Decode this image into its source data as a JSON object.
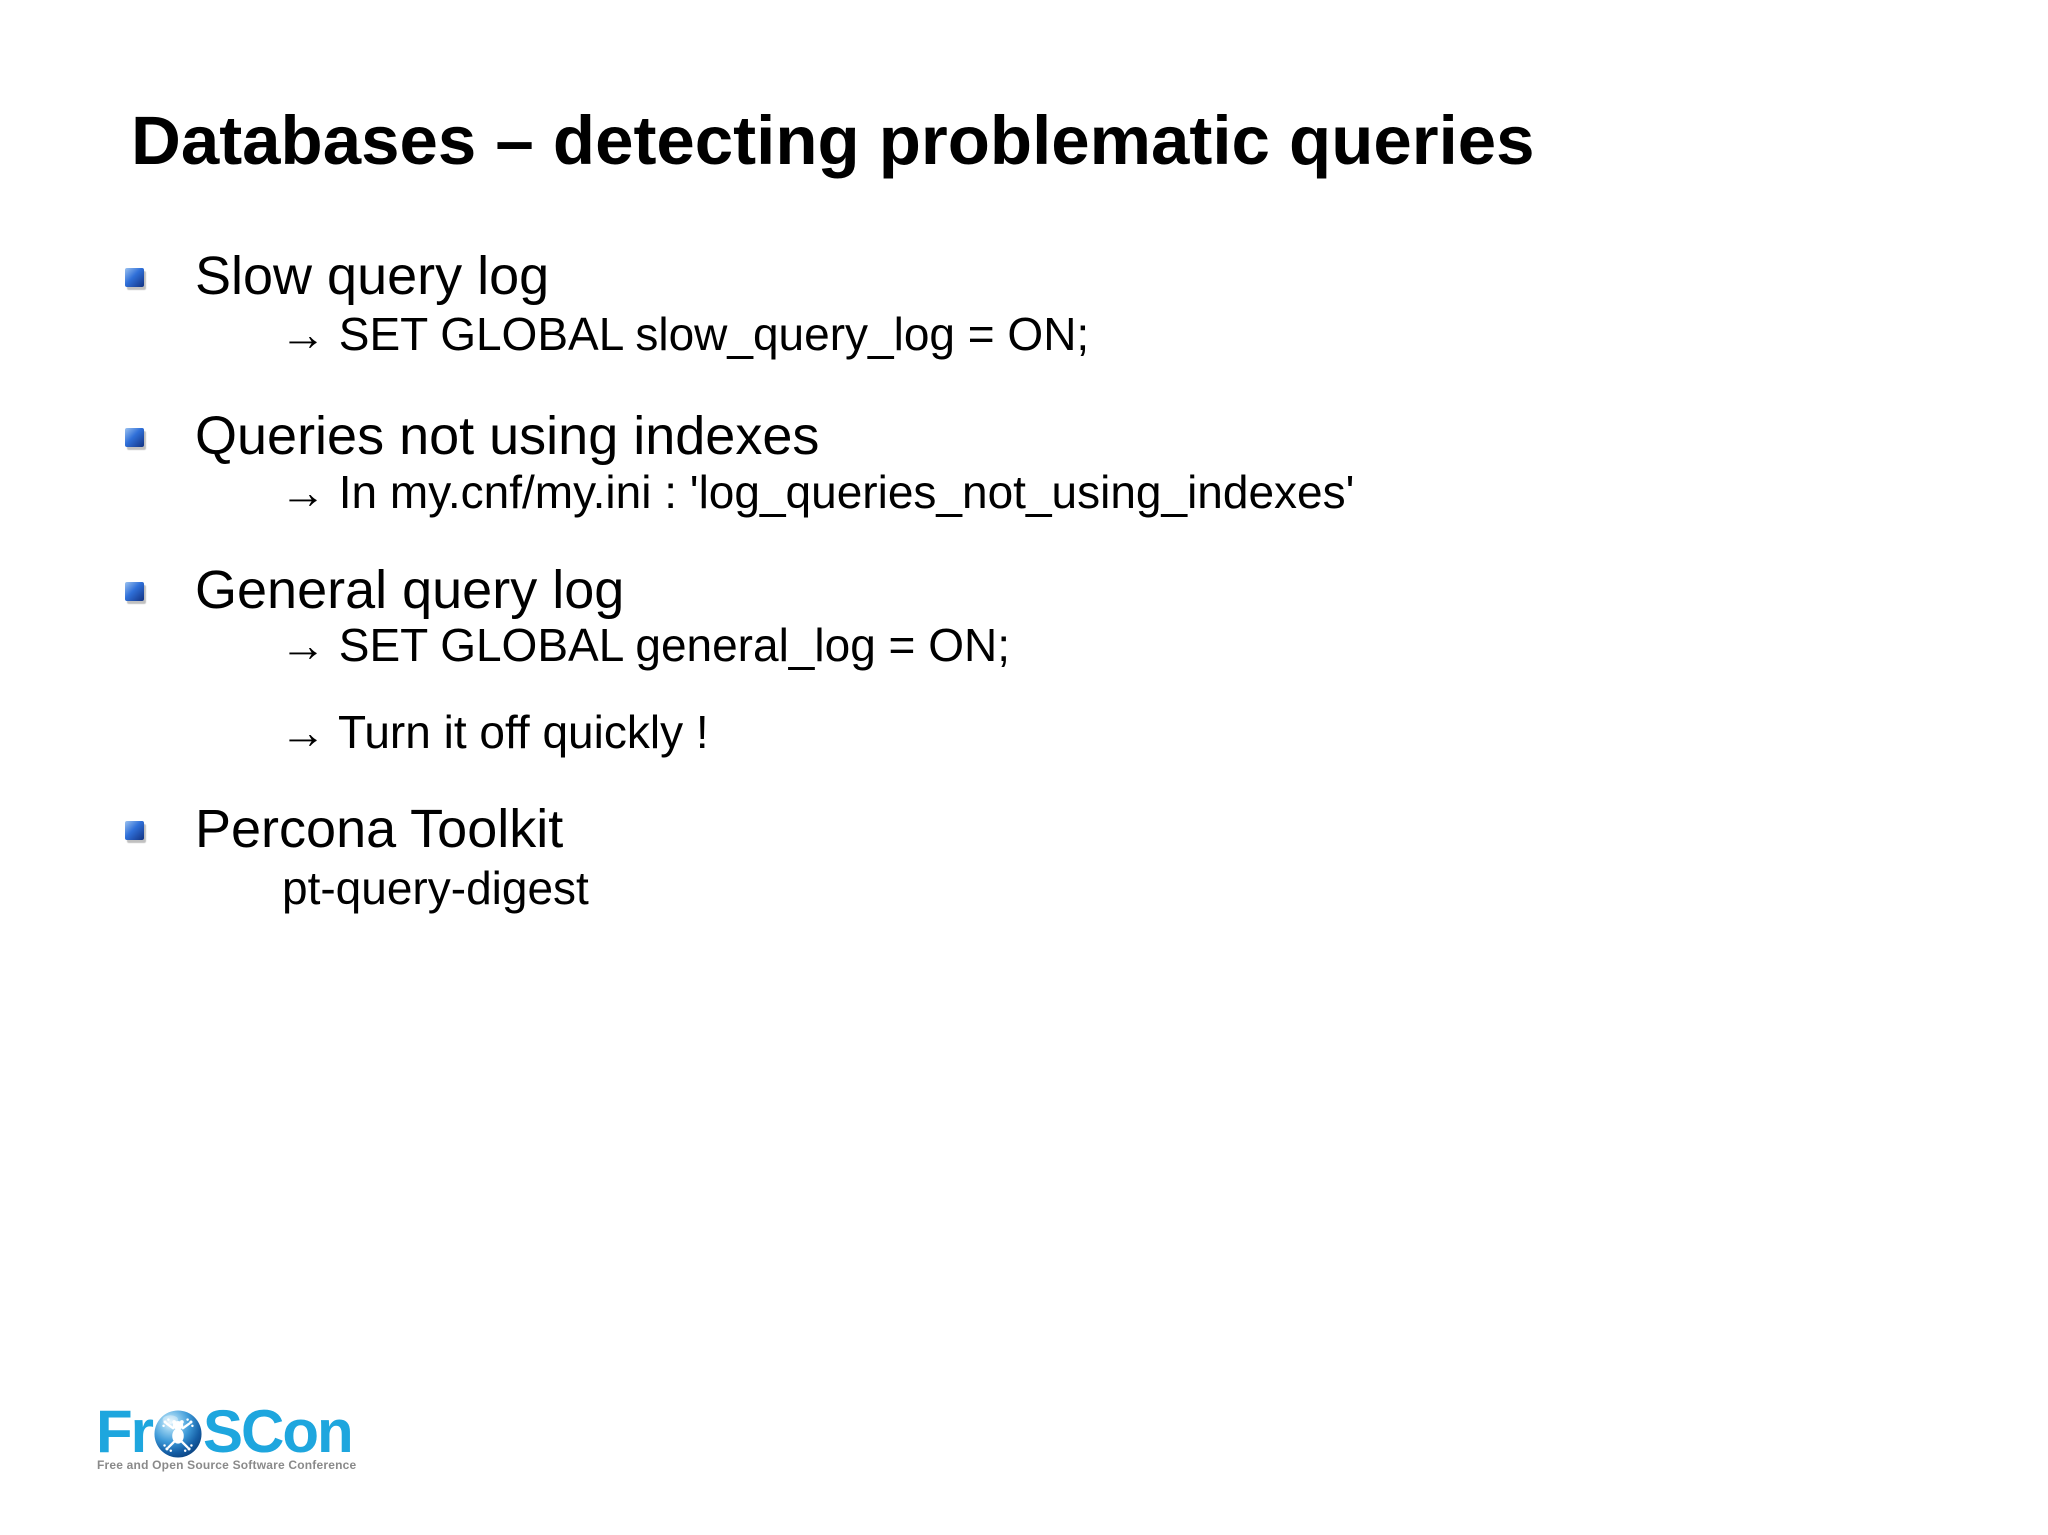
{
  "slide": {
    "title": "Databases – detecting problematic queries",
    "bullets": [
      {
        "label": "Slow query log",
        "subs": [
          "→ SET GLOBAL slow_query_log = ON;"
        ]
      },
      {
        "label": "Queries not using indexes",
        "subs": [
          "→ In my.cnf/my.ini : 'log_queries_not_using_indexes'"
        ]
      },
      {
        "label": "General query log",
        "subs": [
          "→ SET GLOBAL general_log = ON;",
          "→ Turn it off quickly !"
        ]
      },
      {
        "label": "Percona Toolkit",
        "subs": [
          "pt-query-digest"
        ]
      }
    ]
  },
  "footer": {
    "logo": {
      "part1": "Fr",
      "part2": "SCon",
      "tagline": "Free and Open Source Software Conference",
      "globe_icon": "globe-with-frog"
    }
  },
  "colors": {
    "background": "#ffffff",
    "text_black": "#000000",
    "logo_blue": "#1ea6de",
    "tagline_gray": "#8a8a8a",
    "bullet_blue": "#2f6fd8",
    "bullet_blue_light": "#9cc2f0",
    "bullet_blue_dark": "#123282"
  }
}
